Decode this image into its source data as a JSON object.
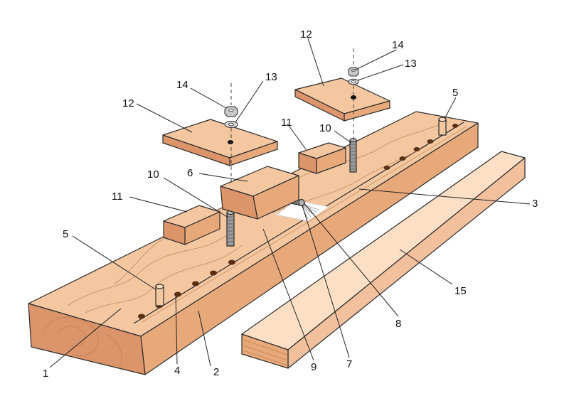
{
  "diagram": {
    "colors": {
      "wood_top": "#f4c7a0",
      "wood_front": "#e8a97a",
      "wood_side": "#dc946a",
      "board_top": "#fddfc6",
      "board_front": "#f2c09c",
      "metal": "#9a9a9a",
      "hole": "#5a2f12"
    },
    "callouts": [
      {
        "id": "1",
        "label": "1"
      },
      {
        "id": "2",
        "label": "2"
      },
      {
        "id": "3",
        "label": "3"
      },
      {
        "id": "4",
        "label": "4"
      },
      {
        "id": "5a",
        "label": "5"
      },
      {
        "id": "5b",
        "label": "5"
      },
      {
        "id": "6",
        "label": "6"
      },
      {
        "id": "7",
        "label": "7"
      },
      {
        "id": "8",
        "label": "8"
      },
      {
        "id": "9",
        "label": "9"
      },
      {
        "id": "10a",
        "label": "10"
      },
      {
        "id": "10b",
        "label": "10"
      },
      {
        "id": "11a",
        "label": "11"
      },
      {
        "id": "11b",
        "label": "11"
      },
      {
        "id": "12a",
        "label": "12"
      },
      {
        "id": "12b",
        "label": "12"
      },
      {
        "id": "13a",
        "label": "13"
      },
      {
        "id": "13b",
        "label": "13"
      },
      {
        "id": "14a",
        "label": "14"
      },
      {
        "id": "14b",
        "label": "14"
      },
      {
        "id": "15",
        "label": "15"
      }
    ]
  }
}
